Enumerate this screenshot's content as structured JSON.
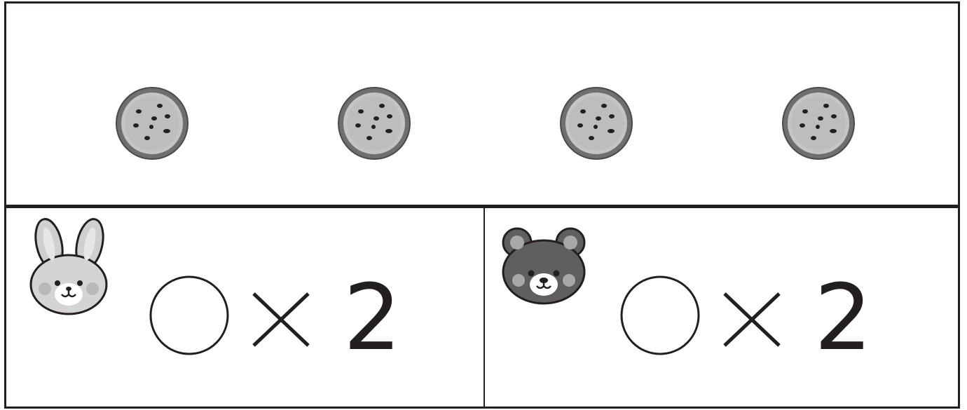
{
  "cookies": [
    {
      "id": "cookie-1"
    },
    {
      "id": "cookie-2"
    },
    {
      "id": "cookie-3"
    },
    {
      "id": "cookie-4"
    }
  ],
  "left_problem": {
    "animal": "rabbit-icon",
    "multiplier": "2"
  },
  "right_problem": {
    "animal": "bear-icon",
    "multiplier": "2"
  },
  "colors": {
    "line": "#231f20",
    "cookie_fill": "#bdbdbd",
    "cookie_rim": "#6f6f6f",
    "rabbit_fill": "#cfcfcf",
    "bear_fill": "#5f5f5f"
  }
}
